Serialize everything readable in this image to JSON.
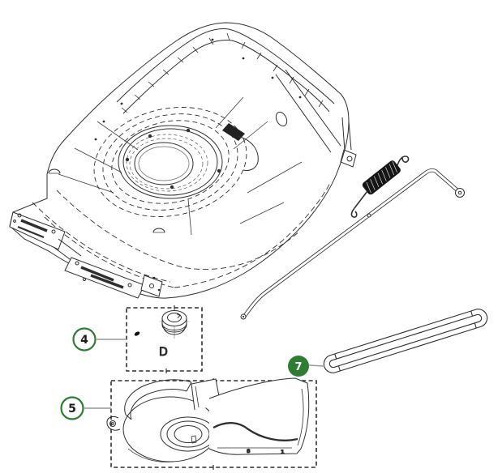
{
  "diagram": {
    "type": "exploded-parts-diagram",
    "subject": "lawn-mower-deck-assembly",
    "background": "#ffffff",
    "line_color": "#2f2f2f",
    "accent_green": "#2e7d32",
    "leader_line_color": "#9a9a9a",
    "callouts": [
      {
        "label": "4",
        "style": "outlined",
        "part": "grommet-and-screw-detail"
      },
      {
        "label": "5",
        "style": "outlined",
        "part": "belt-cover-detail"
      },
      {
        "label": "7",
        "style": "filled",
        "part": "drive-belt"
      }
    ],
    "annotations": {
      "view_label": "D",
      "cover_marks": [
        "8",
        "1"
      ]
    },
    "parts": [
      {
        "name": "mower-deck-housing"
      },
      {
        "name": "tension-spring"
      },
      {
        "name": "brake-rod"
      },
      {
        "name": "drive-belt",
        "callout": "7"
      },
      {
        "name": "grommet-and-screw",
        "callout": "4"
      },
      {
        "name": "belt-cover",
        "callout": "5"
      }
    ]
  }
}
